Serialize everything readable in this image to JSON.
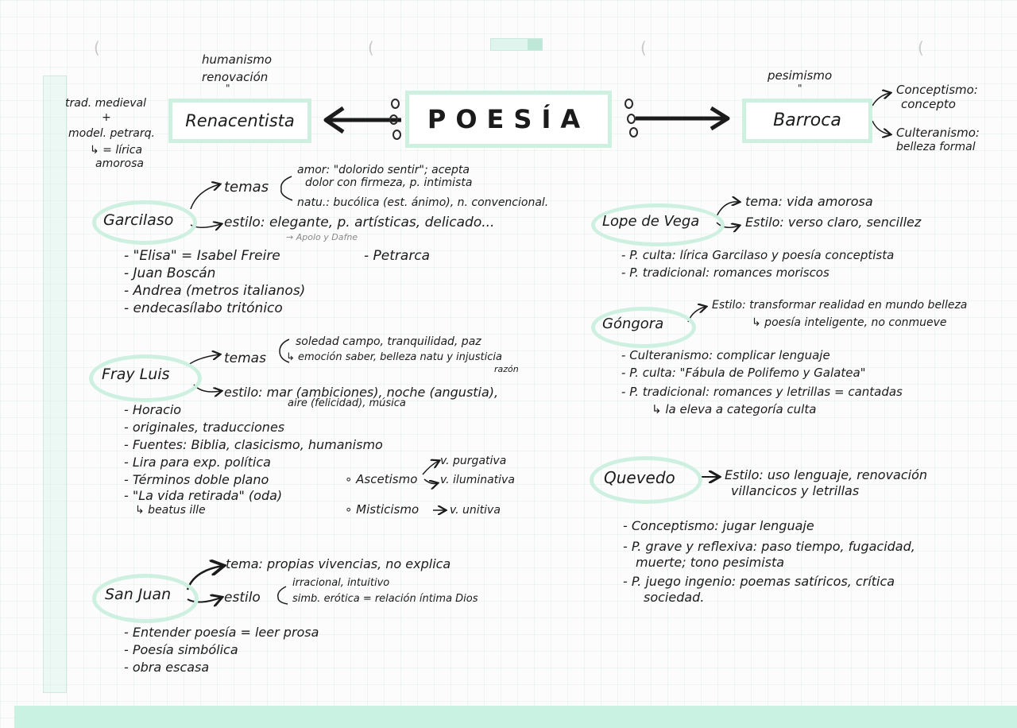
{
  "title": "POESÍA",
  "renacentista": {
    "label": "Renacentista",
    "above": [
      "humanismo",
      "renovación",
      "\""
    ],
    "left": [
      "trad. medieval",
      "+",
      "model. petrarq.",
      "↳ = lírica",
      "amorosa"
    ]
  },
  "barroca": {
    "label": "Barroca",
    "above": [
      "pesimismo",
      "\""
    ],
    "branches": [
      {
        "lines": [
          "Conceptismo:",
          "concepto"
        ]
      },
      {
        "lines": [
          "Culteranismo:",
          "belleza formal"
        ]
      }
    ]
  },
  "garcilaso": {
    "name": "Garcilaso",
    "temas_label": "temas",
    "temas": [
      "amor: \"dolorido sentir\"; acepta",
      "dolor con firmeza, p. intimista",
      "natu.: bucólica (est. ánimo), n. convencional."
    ],
    "estilo": "estilo: elegante, p. artísticas, delicado...",
    "note": "→ Apolo y Dafne",
    "side": "- Petrarca",
    "bullets": [
      "\"Elisa\" = Isabel Freire",
      "Juan Boscán",
      "Andrea (metros italianos)",
      "endecasílabo tritónico"
    ]
  },
  "frayluis": {
    "name": "Fray Luis",
    "temas_label": "temas",
    "temas": [
      "soledad campo, tranquilidad, paz",
      "↳ emoción saber, belleza natu y injusticia",
      "razón"
    ],
    "estilo": [
      "estilo: mar (ambiciones), noche (angustia),",
      "aire (felicidad), música"
    ],
    "bullets": [
      "Horacio",
      "originales, traducciones",
      "Fuentes: Biblia, clasicismo, humanismo",
      "Lira para exp. política",
      "Términos doble plano",
      "\"La vida retirada\" (oda)"
    ],
    "beatus": "↳ beatus ille",
    "ascetismo": "Ascetismo",
    "via_p": "v. purgativa",
    "via_i": "v. iluminativa",
    "misticismo": "Misticismo",
    "via_u": "v. unitiva"
  },
  "sanjuan": {
    "name": "San Juan",
    "tema": "tema: propias vivencias, no explica",
    "estilo_label": "estilo",
    "estilo": [
      "irracional, intuitivo",
      "simb. erótica = relación íntima Dios"
    ],
    "bullets": [
      "Entender poesía = leer prosa",
      "Poesía simbólica",
      "obra escasa"
    ]
  },
  "lope": {
    "name": "Lope de Vega",
    "tema": "tema: vida amorosa",
    "estilo": "Estilo: verso claro, sencillez",
    "bullets": [
      "P. culta: lírica Garcilaso y poesía conceptista",
      "P. tradicional: romances moriscos"
    ]
  },
  "gongora": {
    "name": "Góngora",
    "estilo": "Estilo: transformar realidad en mundo belleza",
    "estilo2": "↳ poesía inteligente, no conmueve",
    "bullets": [
      "Culteranismo: complicar lenguaje",
      "P. culta: \"Fábula de Polifemo y Galatea\"",
      "P. tradicional: romances y letrillas = cantadas"
    ],
    "note": "↳ la eleva a categoría culta"
  },
  "quevedo": {
    "name": "Quevedo",
    "estilo": [
      "Estilo: uso lenguaje, renovación",
      "villancicos y letrillas"
    ],
    "bullets": [
      [
        "Conceptismo: jugar lenguaje"
      ],
      [
        "P. grave y reflexiva: paso tiempo, fugacidad,",
        "muerte; tono pesimista"
      ],
      [
        "P. juego ingenio: poemas satíricos, crítica",
        "sociedad."
      ]
    ]
  },
  "colors": {
    "highlight": "#cdf0e1",
    "ink": "#1b1b1b",
    "bottom_bar": "#c9f2e3"
  }
}
